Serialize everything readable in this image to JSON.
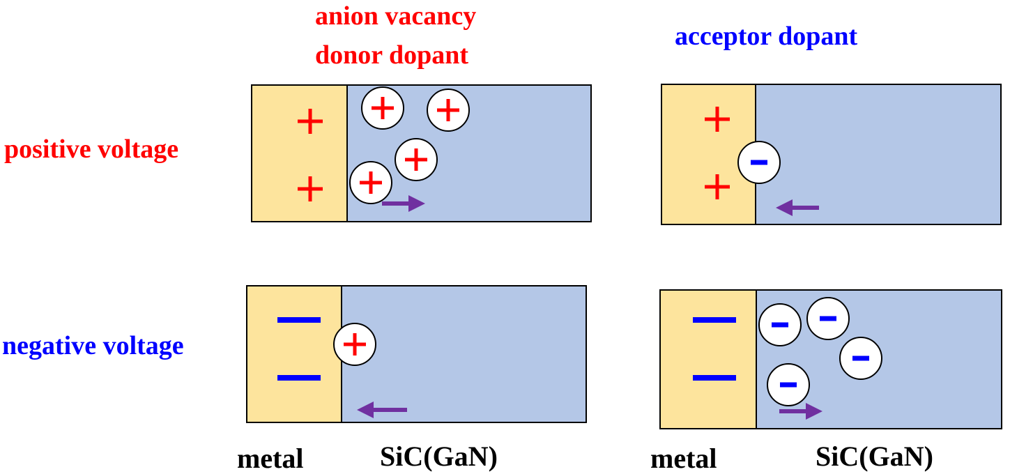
{
  "header": {
    "donor_line1": "anion vacancy",
    "donor_line2": "donor dopant",
    "acceptor": "acceptor dopant"
  },
  "rows": {
    "positive": "positive voltage",
    "negative": "negative voltage"
  },
  "bottom_labels": {
    "left_metal": "metal",
    "left_semiconductor": "SiC(GaN)",
    "right_metal": "metal",
    "right_semiconductor": "SiC(GaN)"
  },
  "colors": {
    "metal_fill": "#fde49d",
    "semiconductor_fill": "#b4c7e7",
    "positive_charge": "#ff0000",
    "negative_charge": "#0000ff",
    "arrow": "#7030a0",
    "positive_label": "#ff0000",
    "negative_label": "#0000ff"
  },
  "panels": [
    {
      "id": "donor-positive",
      "metal_charge": "positive",
      "carrier_charge": "positive",
      "carrier_count": 4,
      "arrow_direction": "right"
    },
    {
      "id": "acceptor-positive",
      "metal_charge": "positive",
      "carrier_charge": "negative",
      "carrier_count": 1,
      "arrow_direction": "left"
    },
    {
      "id": "donor-negative",
      "metal_charge": "negative",
      "carrier_charge": "positive",
      "carrier_count": 1,
      "arrow_direction": "left"
    },
    {
      "id": "acceptor-negative",
      "metal_charge": "negative",
      "carrier_charge": "negative",
      "carrier_count": 4,
      "arrow_direction": "right"
    }
  ]
}
